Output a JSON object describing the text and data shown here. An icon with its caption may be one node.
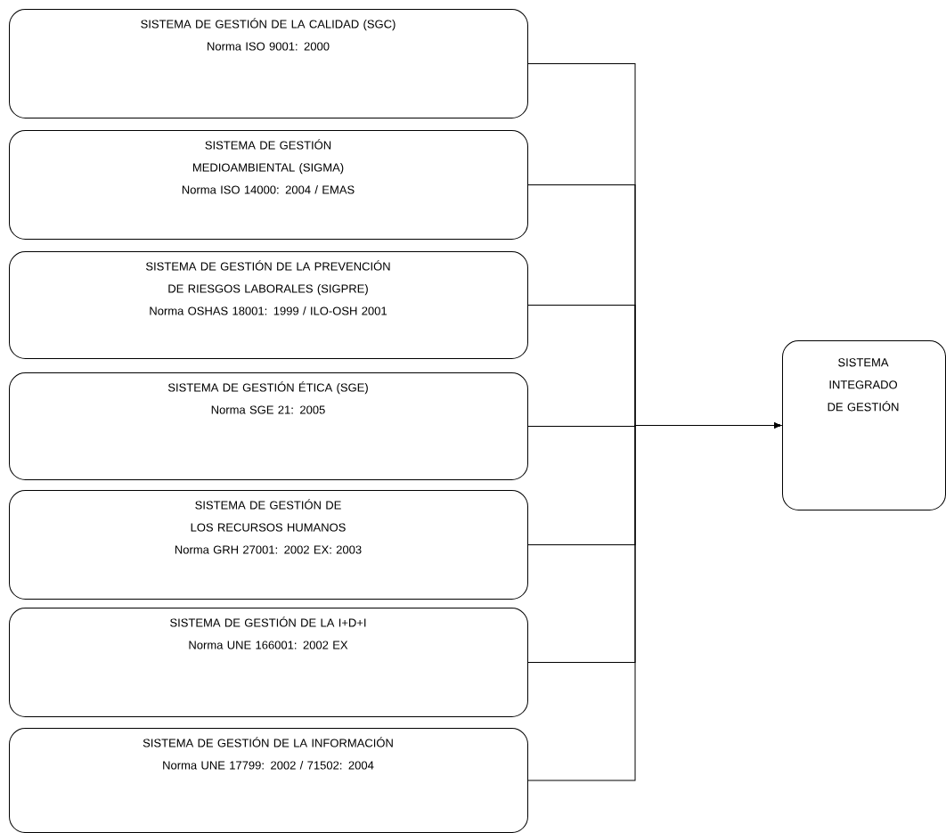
{
  "diagram": {
    "nodes": [
      {
        "text": [
          "SISTEMA DE GESTIÓN DE LA CALIDAD (SGC)",
          "Norma ISO 9001: 2000"
        ]
      },
      {
        "text": [
          "SISTEMA DE GESTIÓN MEDIOAMBIENTAL (SIGMA)",
          "Norma ISO 14000: 2004 / EMAS"
        ]
      },
      {
        "text": [
          "SISTEMA DE GESTIÓN DE LA PREVENCIÓN DE RIESGOS LABORALES (SIGPRE)",
          "Norma OSHAS 18001: 1999 / ILO-OSH 2001"
        ]
      },
      {
        "text": [
          "SISTEMA DE GESTIÓN ÉTICA (SGE)",
          "Norma SGE 21: 2005"
        ]
      },
      {
        "text": [
          "SISTEMA DE GESTIÓN DE LOS RECURSOS HUMANOS",
          "Norma GRH 27001: 2002 EX: 2003"
        ]
      },
      {
        "text": [
          "SISTEMA DE GESTIÓN DE LA I+D+I",
          "Norma UNE 166001: 2002 EX"
        ]
      },
      {
        "text": [
          "SISTEMA DE GESTIÓN DE LA INFORMACIÓN",
          "Norma UNE 17799: 2002 / 71502: 2004"
        ]
      },
      {
        "text": [
          "SISTEMA INTEGRADO DE GESTIÓN"
        ]
      }
    ],
    "edges": [
      {
        "from": 0,
        "to": 7,
        "arrow": "to"
      },
      {
        "from": 1,
        "to": 7,
        "arrow": "to"
      },
      {
        "from": 2,
        "to": 7,
        "arrow": "to"
      },
      {
        "from": 3,
        "to": 7,
        "arrow": "to"
      },
      {
        "from": 4,
        "to": 7,
        "arrow": "to"
      },
      {
        "from": 5,
        "to": 7,
        "arrow": "to"
      },
      {
        "from": 6,
        "to": 7,
        "arrow": "to"
      }
    ]
  }
}
